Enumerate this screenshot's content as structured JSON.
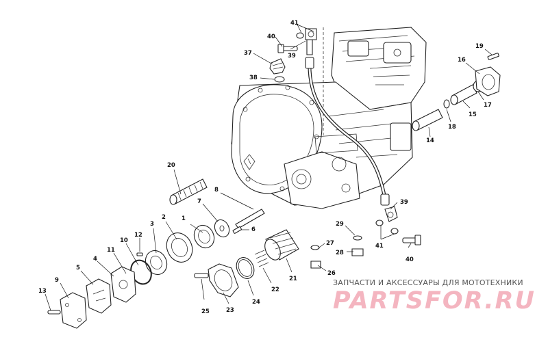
{
  "callouts": [
    {
      "num": "1"
    },
    {
      "num": "2"
    },
    {
      "num": "3"
    },
    {
      "num": "4"
    },
    {
      "num": "5"
    },
    {
      "num": "6"
    },
    {
      "num": "7"
    },
    {
      "num": "8"
    },
    {
      "num": "9"
    },
    {
      "num": "10"
    },
    {
      "num": "11"
    },
    {
      "num": "12"
    },
    {
      "num": "13"
    },
    {
      "num": "14"
    },
    {
      "num": "15"
    },
    {
      "num": "16"
    },
    {
      "num": "17"
    },
    {
      "num": "18"
    },
    {
      "num": "19"
    },
    {
      "num": "20"
    },
    {
      "num": "21"
    },
    {
      "num": "22"
    },
    {
      "num": "23"
    },
    {
      "num": "24"
    },
    {
      "num": "25"
    },
    {
      "num": "26"
    },
    {
      "num": "27"
    },
    {
      "num": "28"
    },
    {
      "num": "29"
    },
    {
      "num": "37"
    },
    {
      "num": "38"
    },
    {
      "num": "39"
    },
    {
      "num": "39"
    },
    {
      "num": "40"
    },
    {
      "num": "40"
    },
    {
      "num": "41"
    },
    {
      "num": "41"
    }
  ],
  "watermark": {
    "tagline": "ЗАПЧАСТИ И АКСЕССУАРЫ ДЛЯ МОТОТЕХНИКИ",
    "logo": "PARTSFOR.RU"
  },
  "colors": {
    "watermark_logo": "#f4b5c0",
    "line": "#222222"
  }
}
